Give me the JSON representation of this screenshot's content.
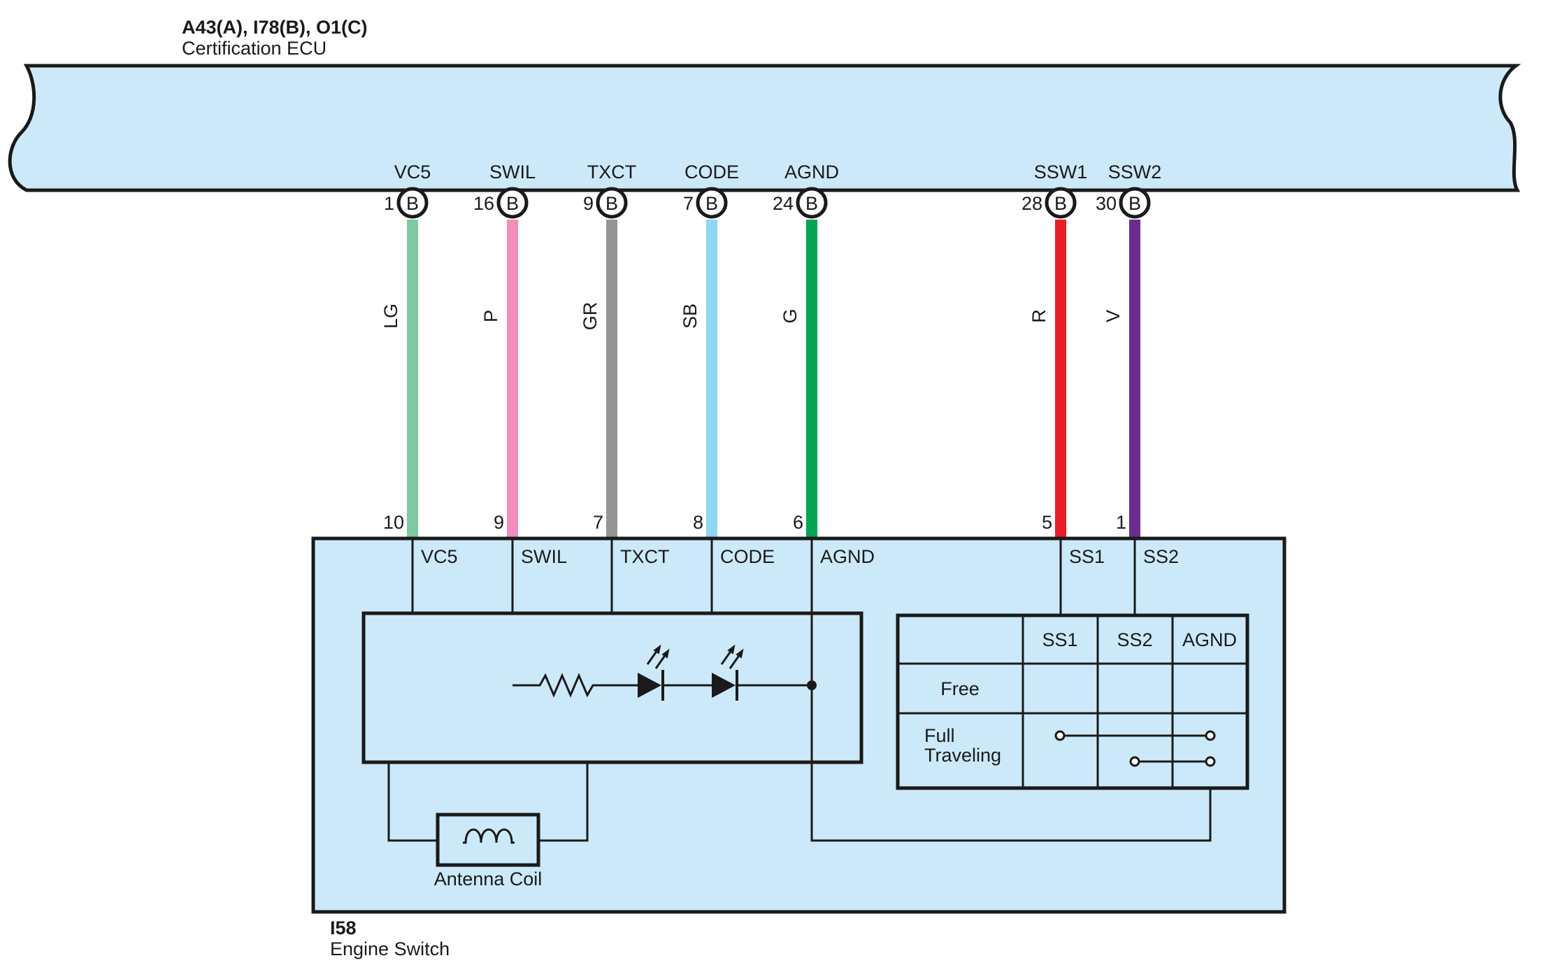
{
  "ecu": {
    "connector_ids": "A43(A), I78(B), O1(C)",
    "name": "Certification ECU",
    "fill": "#cce9f9",
    "outline": "#1a1a1a"
  },
  "engine_switch": {
    "id": "I58",
    "name": "Engine Switch",
    "fill": "#cce9f9"
  },
  "wires": [
    {
      "ecu_terminal": "VC5",
      "ecu_pin": "1",
      "connector": "B",
      "color_code": "LG",
      "color": "#7dcaa0",
      "switch_pin": "10",
      "switch_terminal": "VC5"
    },
    {
      "ecu_terminal": "SWIL",
      "ecu_pin": "16",
      "connector": "B",
      "color_code": "P",
      "color": "#f28dbd",
      "switch_pin": "9",
      "switch_terminal": "SWIL"
    },
    {
      "ecu_terminal": "TXCT",
      "ecu_pin": "9",
      "connector": "B",
      "color_code": "GR",
      "color": "#959595",
      "switch_pin": "7",
      "switch_terminal": "TXCT"
    },
    {
      "ecu_terminal": "CODE",
      "ecu_pin": "7",
      "connector": "B",
      "color_code": "SB",
      "color": "#8dd6f5",
      "switch_pin": "8",
      "switch_terminal": "CODE"
    },
    {
      "ecu_terminal": "AGND",
      "ecu_pin": "24",
      "connector": "B",
      "color_code": "G",
      "color": "#00a651",
      "switch_pin": "6",
      "switch_terminal": "AGND"
    },
    {
      "ecu_terminal": "SSW1",
      "ecu_pin": "28",
      "connector": "B",
      "color_code": "R",
      "color": "#ed1c24",
      "switch_pin": "5",
      "switch_terminal": "SS1"
    },
    {
      "ecu_terminal": "SSW2",
      "ecu_pin": "30",
      "connector": "B",
      "color_code": "V",
      "color": "#6a2c91",
      "switch_pin": "1",
      "switch_terminal": "SS2"
    }
  ],
  "antenna_coil": {
    "label": "Antenna Coil"
  },
  "switch_table": {
    "headers": [
      "SS1",
      "SS2",
      "AGND"
    ],
    "rows": [
      "Free",
      "Full\nTraveling"
    ]
  }
}
